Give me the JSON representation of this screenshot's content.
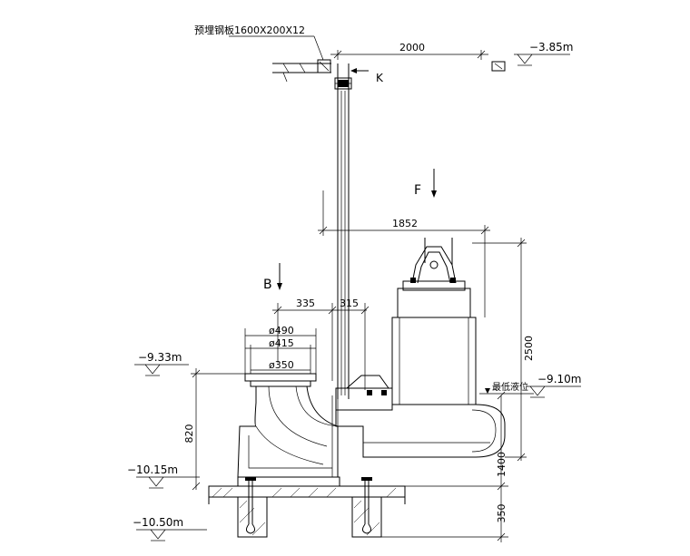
{
  "labels": {
    "plate": "预埋钢板1600X200X12",
    "dim_top": "2000",
    "dim_pump": "1852",
    "dim_335": "335",
    "dim_315": "315",
    "d490": "ø490",
    "d415": "ø415",
    "d350": "ø350",
    "h820": "820",
    "h2500": "2500",
    "h1400": "1400",
    "h350": "350",
    "elev_top": "−3.85m",
    "elev_933": "−9.33m",
    "elev_910": "−9.10m",
    "elev_1015": "−10.15m",
    "elev_1050": "−10.50m",
    "low_level": "最低液位",
    "view_k": "K",
    "view_f": "F",
    "view_b": "B"
  }
}
